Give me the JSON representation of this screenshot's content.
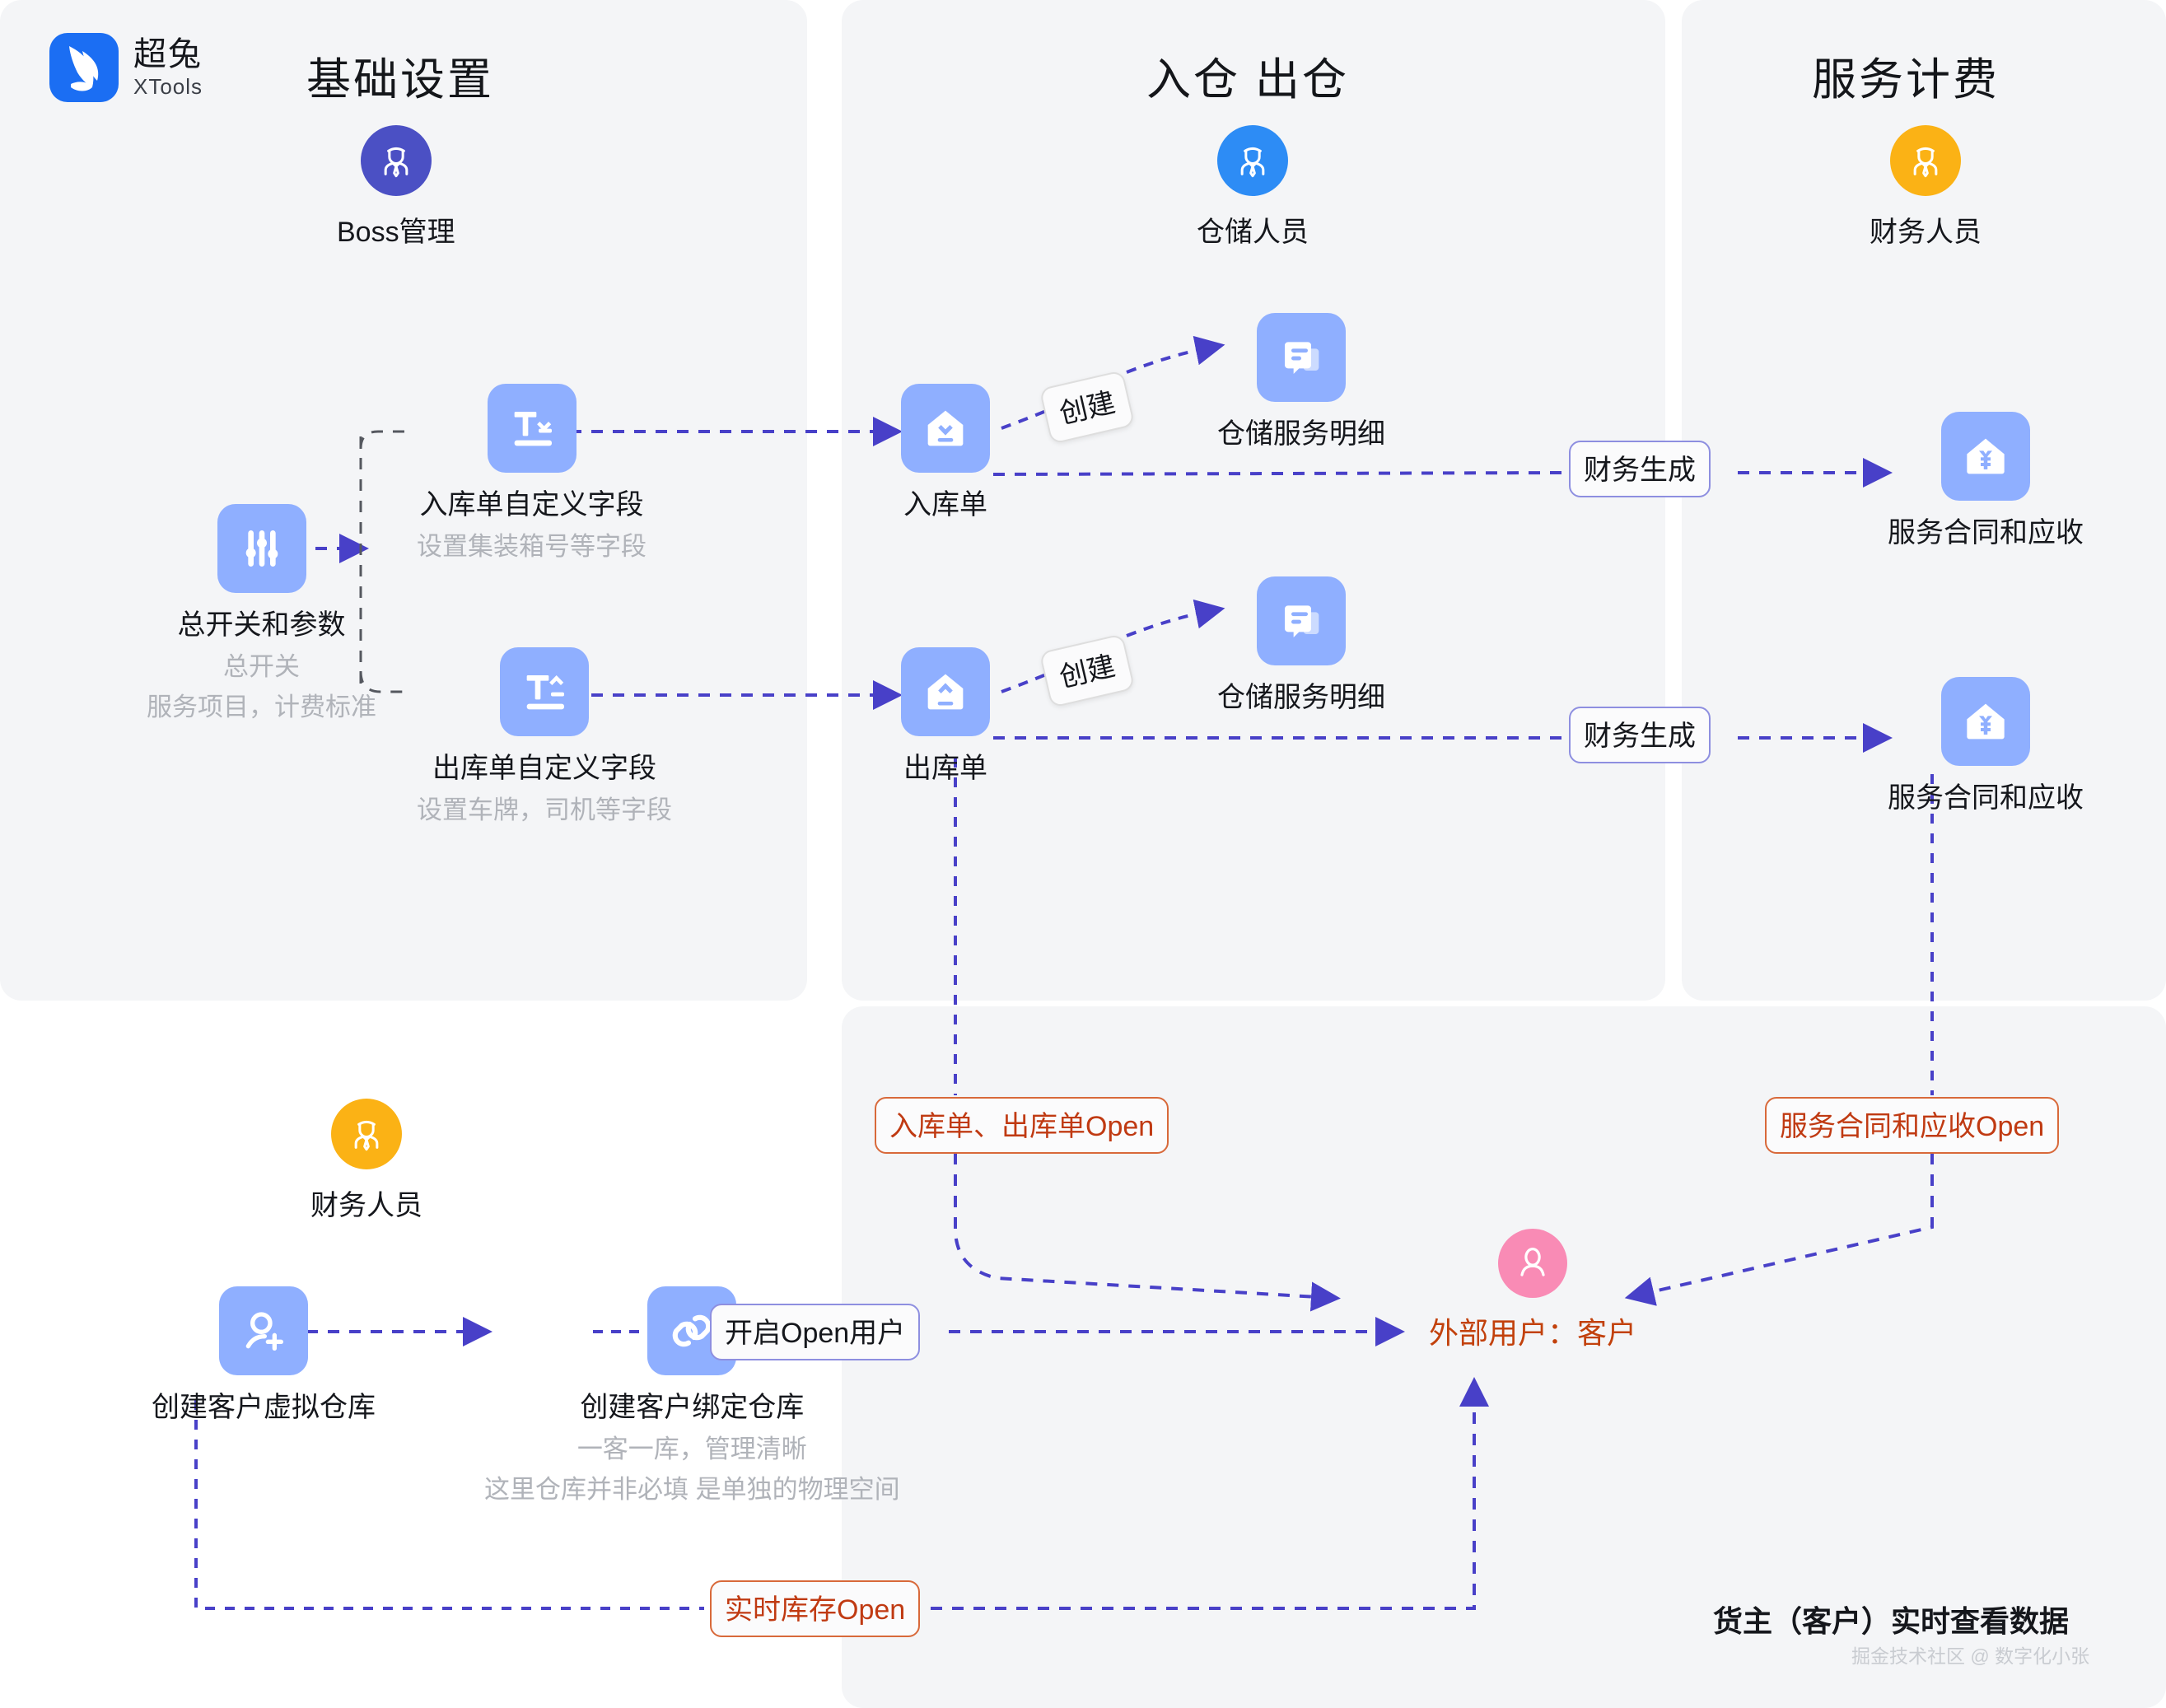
{
  "brand": {
    "cn": "超兔",
    "en": "XTools",
    "logo_icon": "rabbit-logo-icon",
    "color": "#1b6ef3"
  },
  "panels": {
    "basic": {
      "title": "基础设置"
    },
    "warehouse": {
      "title": "入仓 出仓"
    },
    "finance": {
      "title": "服务计费"
    },
    "open": {
      "title": ""
    }
  },
  "roles": [
    {
      "key": "boss",
      "label": "Boss管理",
      "icon": "person-tie-icon",
      "color": "#4b50c4"
    },
    {
      "key": "wh",
      "label": "仓储人员",
      "icon": "person-tie-icon",
      "color": "#2d8cf5"
    },
    {
      "key": "fin",
      "label": "财务人员",
      "icon": "person-tie-icon",
      "color": "#fbb215"
    },
    {
      "key": "fin2",
      "label": "财务人员",
      "icon": "person-tie-icon",
      "color": "#fbb215"
    }
  ],
  "nodes": {
    "switch": {
      "caption": "总开关和参数",
      "sub1": "总开关",
      "sub2": "服务项目，计费标准",
      "icon": "sliders-icon"
    },
    "infield": {
      "caption": "入库单自定义字段",
      "sub1": "设置集装箱号等字段",
      "icon": "text-field-down-icon"
    },
    "outfield": {
      "caption": "出库单自定义字段",
      "sub1": "设置车牌，司机等字段",
      "icon": "text-field-up-icon"
    },
    "inbound": {
      "caption": "入库单",
      "icon": "house-arrow-down-icon"
    },
    "outbound": {
      "caption": "出库单",
      "icon": "house-arrow-up-icon"
    },
    "svc1": {
      "caption": "仓储服务明细",
      "icon": "document-stack-icon"
    },
    "svc2": {
      "caption": "仓储服务明细",
      "icon": "document-stack-icon"
    },
    "contract1": {
      "caption": "服务合同和应收",
      "icon": "house-yuan-icon"
    },
    "contract2": {
      "caption": "服务合同和应收",
      "icon": "house-yuan-icon"
    },
    "vwh": {
      "caption": "创建客户虚拟仓库",
      "icon": "user-plus-icon"
    },
    "bind": {
      "caption": "创建客户绑定仓库",
      "icon": "link-chain-icon",
      "sub1": "一客一库，管理清晰",
      "sub2": "这里仓库并非必填 是单独的物理空间"
    }
  },
  "customer": {
    "label": "外部用户：客户",
    "icon": "person-avatar-icon",
    "color": "#f98bb5",
    "text_color": "#c2410c"
  },
  "edge_labels": {
    "create1": "创建",
    "create2": "创建",
    "finance1": "财务生成",
    "finance2": "财务生成",
    "open_user": "开启Open用户",
    "inout_open": "入库单、出库单Open",
    "svc_open": "服务合同和应收Open",
    "stock_open": "实时库存Open"
  },
  "footer": {
    "note": "货主（客户）实时查看数据",
    "watermark": "掘金技术社区 @ 数字化小张"
  },
  "colors": {
    "panel_bg": "#f4f5f7",
    "node_blue": "#8fafff",
    "arrow_purple": "#4840c8",
    "muted_text": "#b0b3b9",
    "orange": "#c03a12"
  }
}
